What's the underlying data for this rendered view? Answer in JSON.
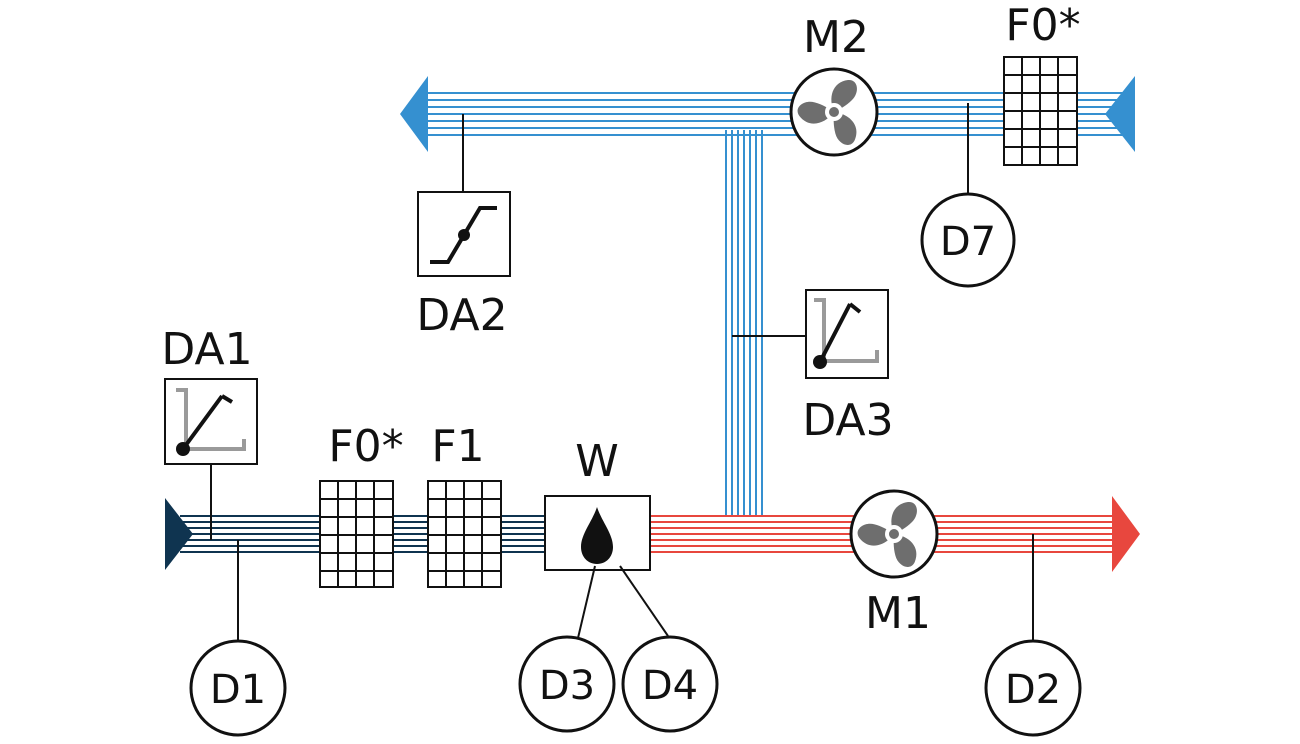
{
  "labels": {
    "m2": "M2",
    "f0_top": "F0*",
    "d7": "D7",
    "da2": "DA2",
    "da1": "DA1",
    "da3": "DA3",
    "f0_bottom": "F0*",
    "f1": "F1",
    "w": "W",
    "m1": "M1",
    "d1": "D1",
    "d3": "D3",
    "d4": "D4",
    "d2": "D2"
  },
  "colors": {
    "exhaust_duct": "#3590d0",
    "intake_duct": "#0f3450",
    "supply_duct": "#e8473e",
    "symbol_stroke": "#111111",
    "fan_blade": "#6e6e6e",
    "damper_frame": "#9a9a9a"
  },
  "icons": {
    "fans": "fan-icon",
    "filters": "filter-grid-icon",
    "heater": "water-drop-icon",
    "dampers": "damper-icon",
    "sensors": "sensor-circle-icon"
  }
}
